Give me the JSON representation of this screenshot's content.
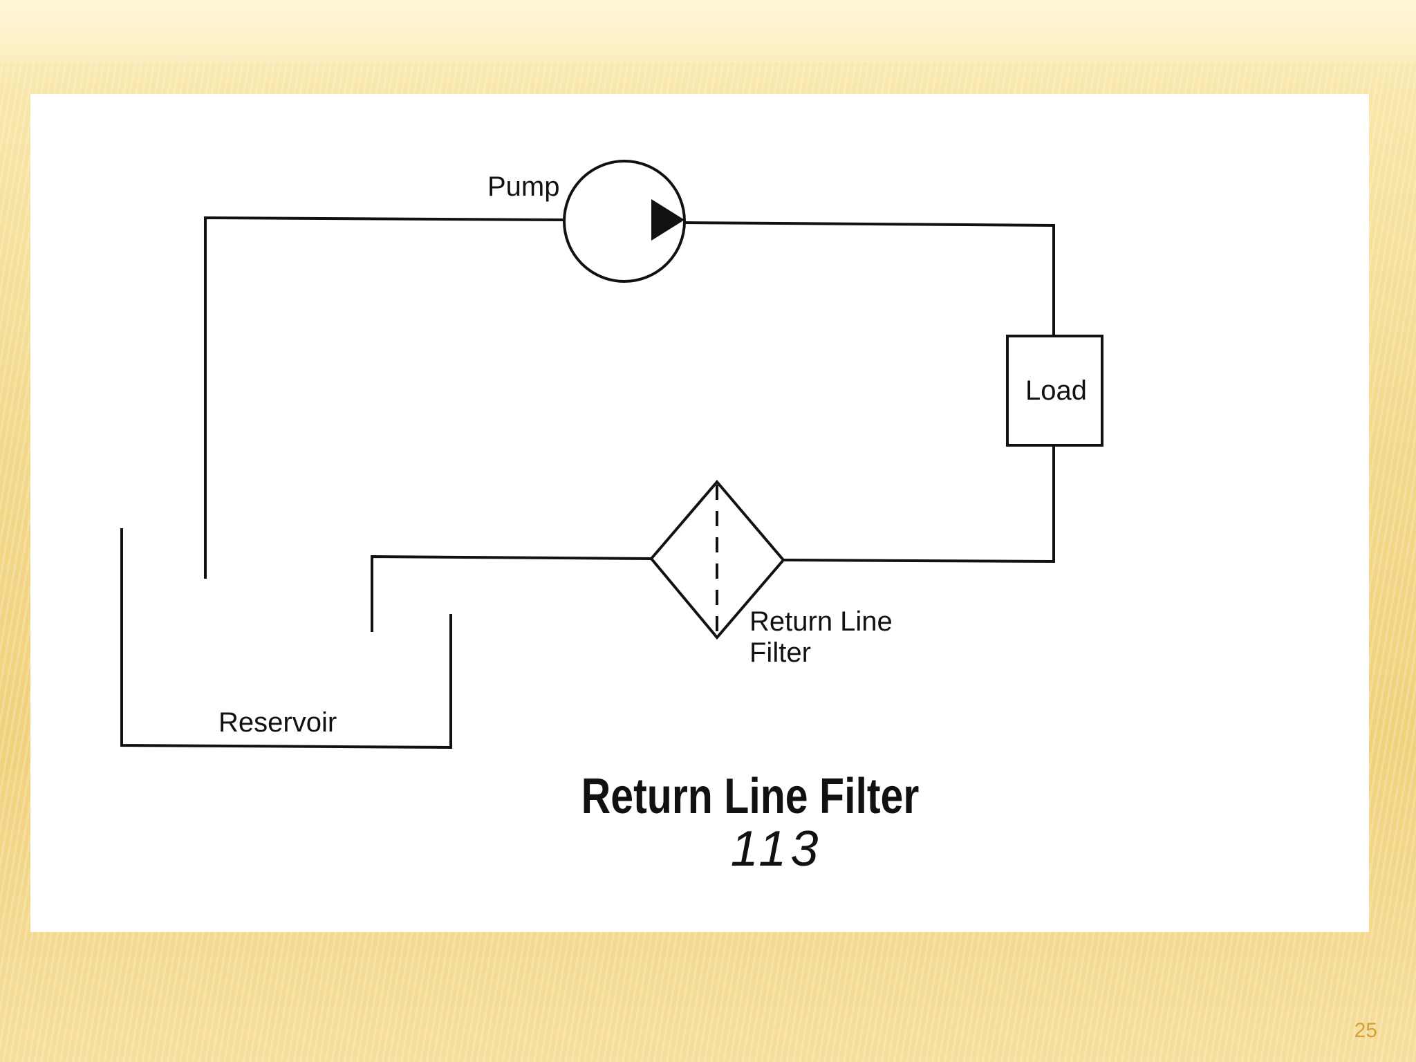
{
  "diagram": {
    "labels": {
      "pump": "Pump",
      "load": "Load",
      "filter_line1": "Return Line",
      "filter_line2": "Filter",
      "reservoir": "Reservoir"
    },
    "caption": "Return Line Filter",
    "figure_number": "113"
  },
  "slide": {
    "page_number": "25"
  }
}
